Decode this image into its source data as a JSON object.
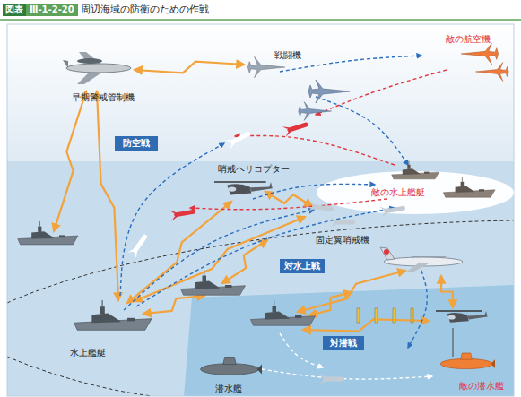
{
  "diagram": {
    "title": "周辺海域の防衛のための作戦",
    "nodes": [
      {
        "text": [
          "防空戦"
        ]
      },
      {
        "text": [
          "敵の水上艦艇"
        ]
      },
      {
        "text": [
          "対水上戦"
        ]
      },
      {
        "text": [
          "対潜戦"
        ]
      }
    ],
    "labels": [
      "図表",
      "Ⅲ-1-2-20",
      "早期警戒管制機",
      "戦闘機",
      "敵の航空機",
      "哨戒ヘリコプター",
      "固定翼哨戒機",
      "水上艦艇",
      "潜水艦",
      "敵の潜水艦"
    ]
  }
}
